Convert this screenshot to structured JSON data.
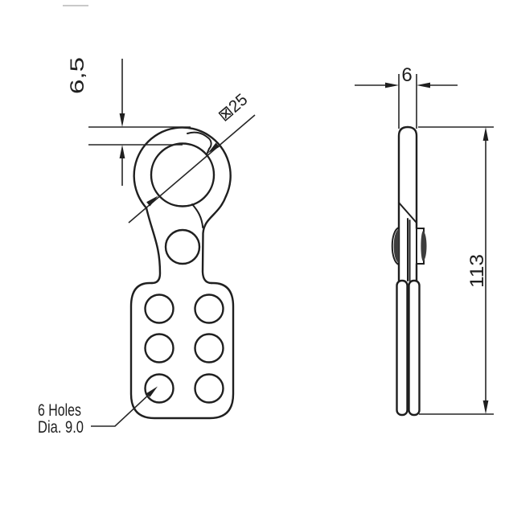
{
  "drawing": {
    "front_view": {
      "thickness_dim": "6,5",
      "opening_dia_dim": "⊠25",
      "holes_note_line1": "6 Holes",
      "holes_note_line2": "Dia. 9.0"
    },
    "side_view": {
      "width_dim": "6",
      "height_dim": "113"
    },
    "colors": {
      "line": "#1f1f1f",
      "rivet_shade": "#3d3d3d",
      "background": "#ffffff"
    }
  }
}
